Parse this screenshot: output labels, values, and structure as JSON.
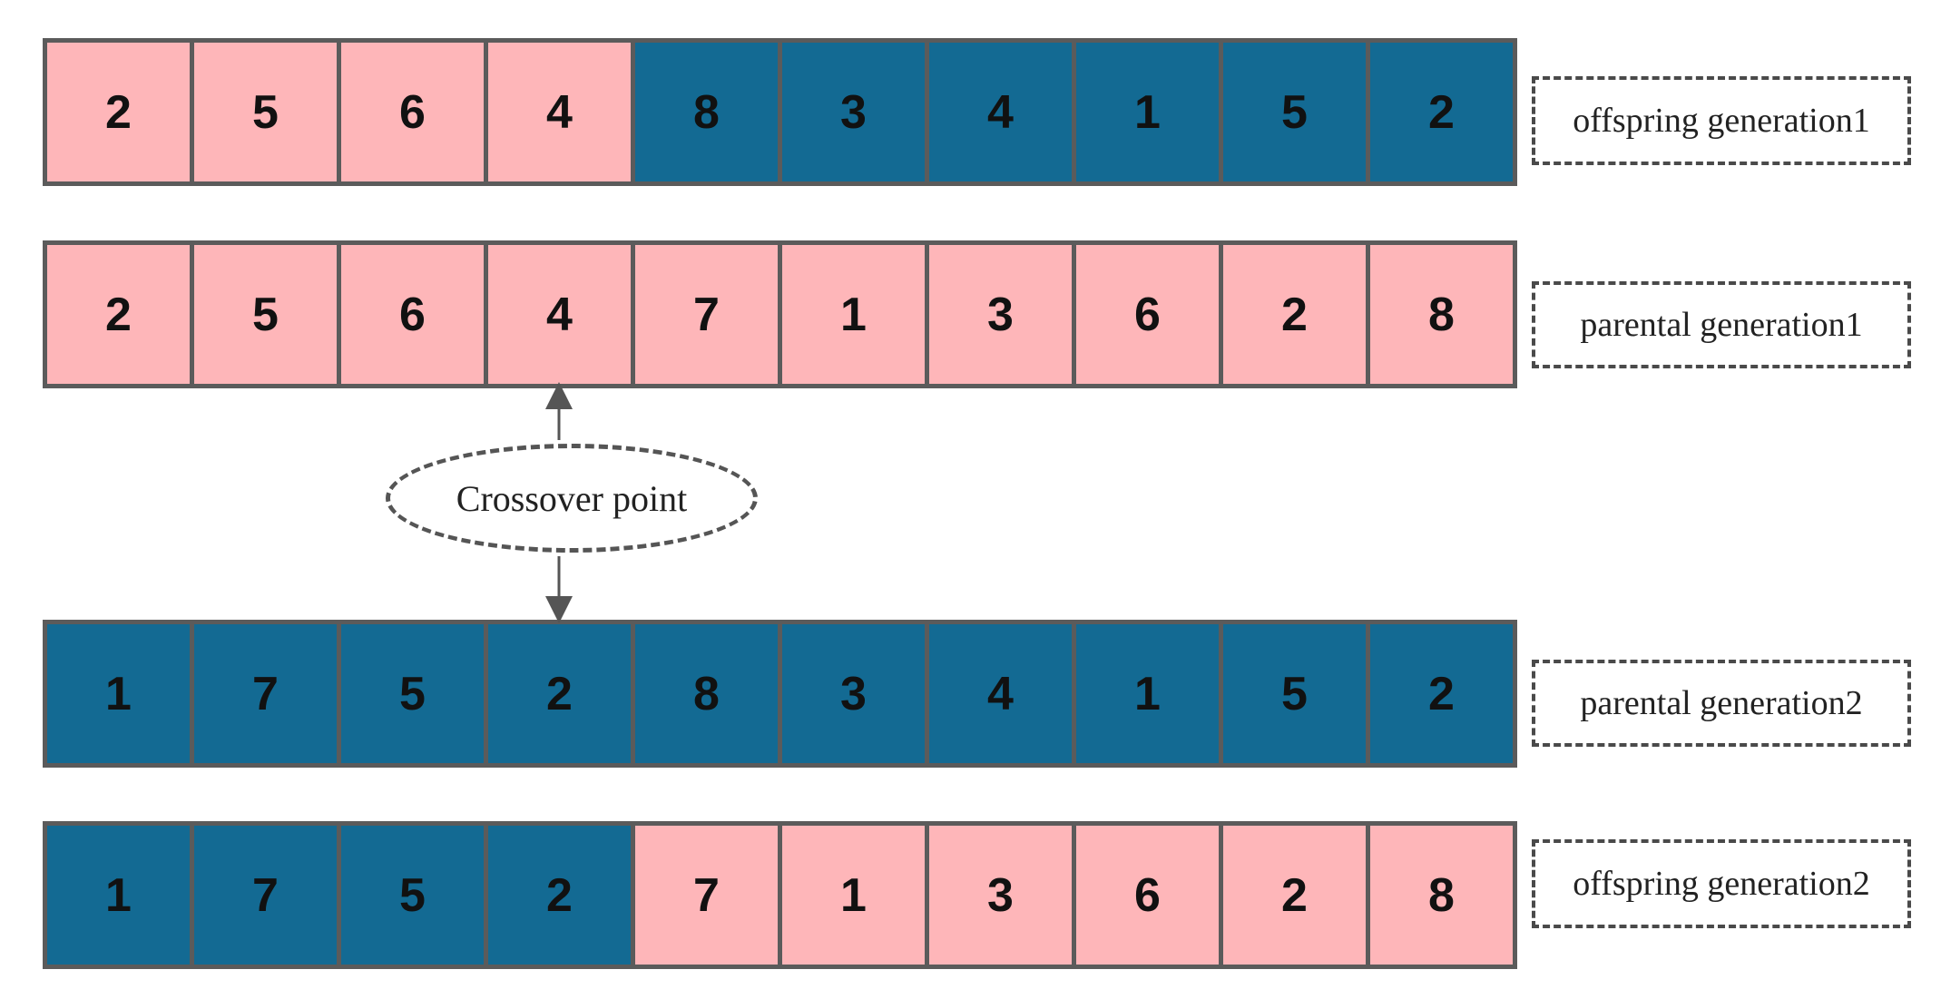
{
  "colors": {
    "pink": "#feb6b9",
    "blue": "#136a93",
    "border": "#5b5b5b",
    "text": "#111111"
  },
  "rows": [
    {
      "id": "offspring-generation-1",
      "label": "offspring generation1",
      "cells": [
        {
          "value": "2",
          "color": "pink"
        },
        {
          "value": "5",
          "color": "pink"
        },
        {
          "value": "6",
          "color": "pink"
        },
        {
          "value": "4",
          "color": "pink"
        },
        {
          "value": "8",
          "color": "blue"
        },
        {
          "value": "3",
          "color": "blue"
        },
        {
          "value": "4",
          "color": "blue"
        },
        {
          "value": "1",
          "color": "blue"
        },
        {
          "value": "5",
          "color": "blue"
        },
        {
          "value": "2",
          "color": "blue"
        }
      ]
    },
    {
      "id": "parental-generation-1",
      "label": "parental generation1",
      "cells": [
        {
          "value": "2",
          "color": "pink"
        },
        {
          "value": "5",
          "color": "pink"
        },
        {
          "value": "6",
          "color": "pink"
        },
        {
          "value": "4",
          "color": "pink"
        },
        {
          "value": "7",
          "color": "pink"
        },
        {
          "value": "1",
          "color": "pink"
        },
        {
          "value": "3",
          "color": "pink"
        },
        {
          "value": "6",
          "color": "pink"
        },
        {
          "value": "2",
          "color": "pink"
        },
        {
          "value": "8",
          "color": "pink"
        }
      ]
    },
    {
      "id": "parental-generation-2",
      "label": "parental generation2",
      "cells": [
        {
          "value": "1",
          "color": "blue"
        },
        {
          "value": "7",
          "color": "blue"
        },
        {
          "value": "5",
          "color": "blue"
        },
        {
          "value": "2",
          "color": "blue"
        },
        {
          "value": "8",
          "color": "blue"
        },
        {
          "value": "3",
          "color": "blue"
        },
        {
          "value": "4",
          "color": "blue"
        },
        {
          "value": "1",
          "color": "blue"
        },
        {
          "value": "5",
          "color": "blue"
        },
        {
          "value": "2",
          "color": "blue"
        }
      ]
    },
    {
      "id": "offspring-generation-2",
      "label": "offspring generation2",
      "cells": [
        {
          "value": "1",
          "color": "blue"
        },
        {
          "value": "7",
          "color": "blue"
        },
        {
          "value": "5",
          "color": "blue"
        },
        {
          "value": "2",
          "color": "blue"
        },
        {
          "value": "7",
          "color": "pink"
        },
        {
          "value": "1",
          "color": "pink"
        },
        {
          "value": "3",
          "color": "pink"
        },
        {
          "value": "6",
          "color": "pink"
        },
        {
          "value": "2",
          "color": "pink"
        },
        {
          "value": "8",
          "color": "pink"
        }
      ]
    }
  ],
  "callout": {
    "label": "Crossover point"
  }
}
